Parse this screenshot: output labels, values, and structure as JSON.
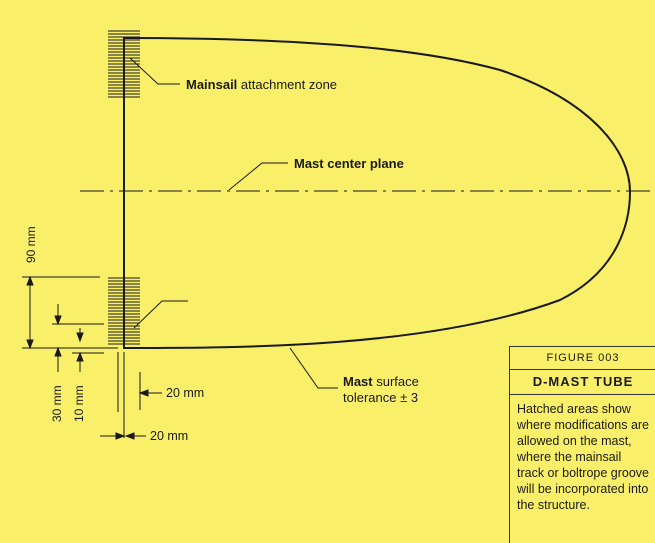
{
  "labels": {
    "mainsail_bold": "Mainsail",
    "mainsail_rest": "attachment zone",
    "center_plane": "Mast center plane",
    "mast_bold": "Mast",
    "mast_rest": "surface",
    "tolerance": "tolerance ± 3",
    "dim_20_right": "20 mm",
    "dim_20_bottom": "20 mm",
    "dim_90": "90 mm",
    "dim_30": "30 mm",
    "dim_10": "10 mm"
  },
  "card": {
    "figure_no": "FIGURE 003",
    "title": "D-MAST TUBE",
    "body": "Hatched areas show where modifications are allowed on the mast, where the mainsail track or boltrope groove will be incorporated into the structure."
  },
  "colors": {
    "background": "#f9ef69",
    "ink": "#1a1a1a"
  }
}
